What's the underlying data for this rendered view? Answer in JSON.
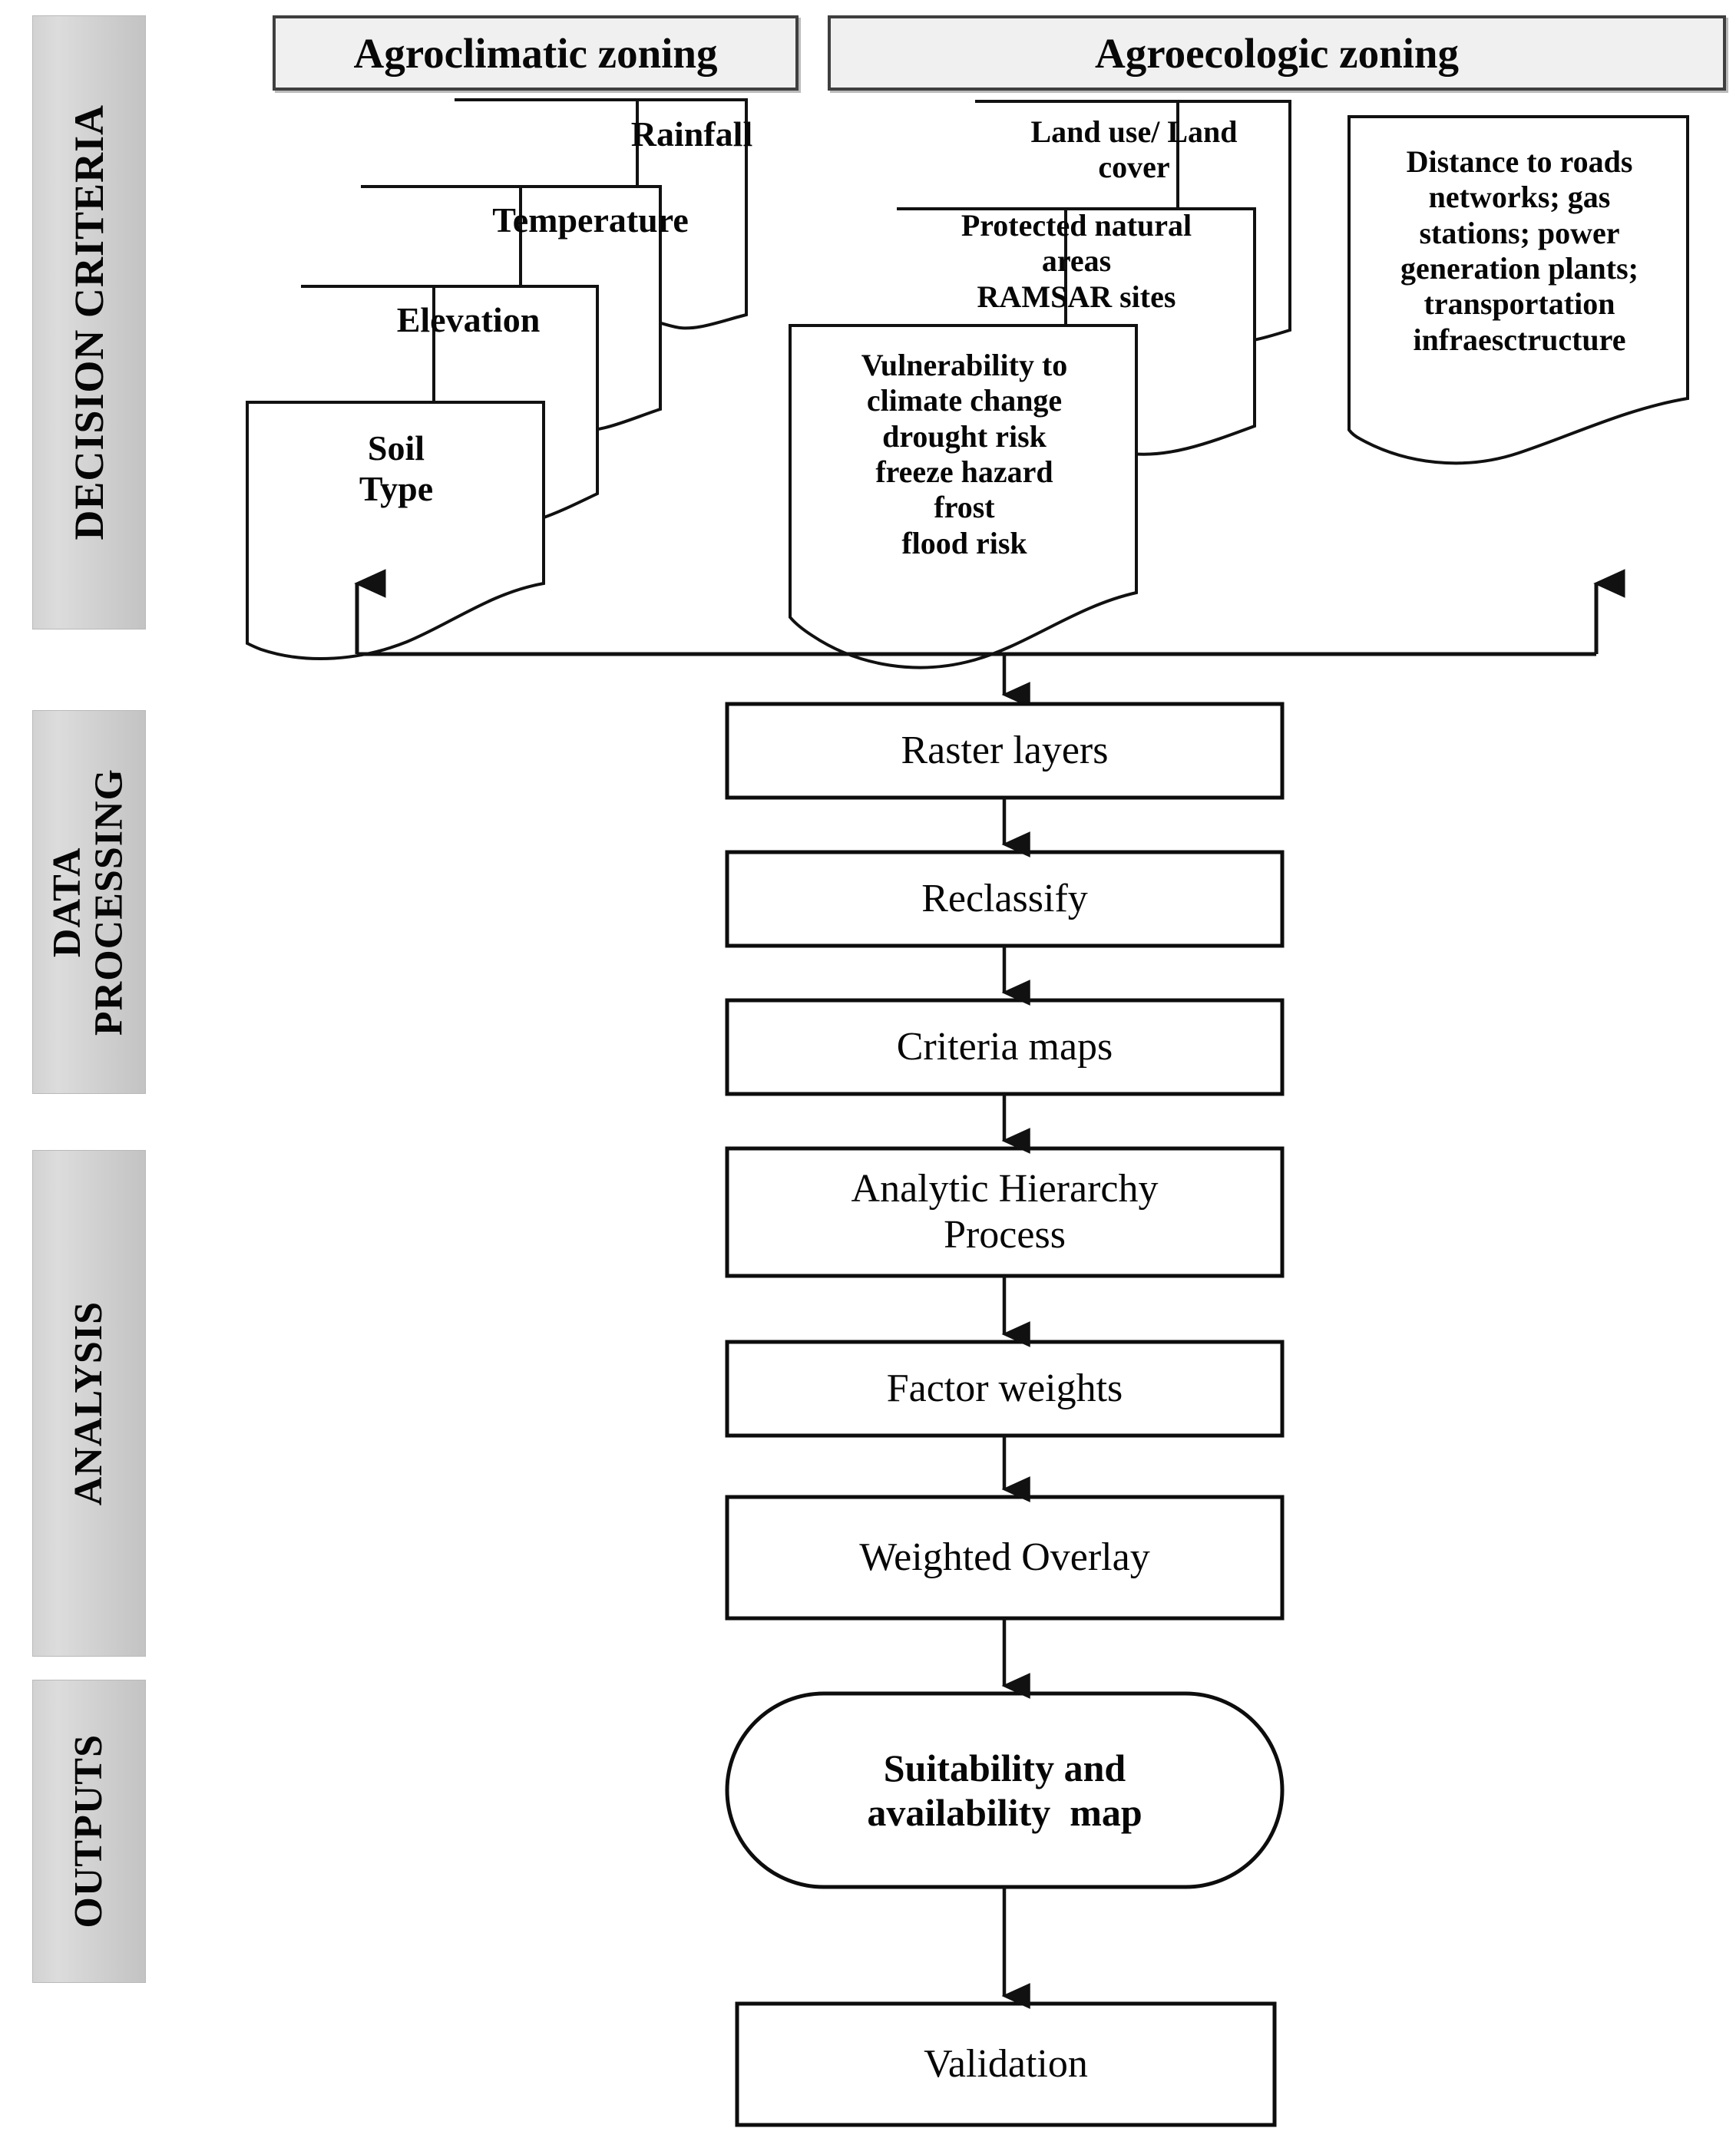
{
  "diagram": {
    "title": "GIS multi-criteria land suitability workflow",
    "bands": [
      {
        "id": "decision-criteria",
        "label": "DECISION CRITERIA"
      },
      {
        "id": "data-processing",
        "label": "DATA\nPROCESSING"
      },
      {
        "id": "analysis",
        "label": "ANALYSIS"
      },
      {
        "id": "outputs",
        "label": "OUTPUTS"
      }
    ],
    "headers": [
      {
        "id": "agroclimatic",
        "label": "Agroclimatic zoning"
      },
      {
        "id": "agroecologic",
        "label": "Agroecologic zoning"
      }
    ],
    "criteria_agroclimatic": [
      {
        "id": "rainfall",
        "label": "Rainfall"
      },
      {
        "id": "temperature",
        "label": "Temperature"
      },
      {
        "id": "elevation",
        "label": "Elevation"
      },
      {
        "id": "soil-type",
        "label": "Soil\nType"
      }
    ],
    "criteria_agroecologic": [
      {
        "id": "land-use-land-cover",
        "label": "Land use/ Land\ncover"
      },
      {
        "id": "protected-natural-areas",
        "label": "Protected natural\nareas\nRAMSAR sites"
      },
      {
        "id": "vulnerability",
        "label": "Vulnerability to\nclimate change\ndrought risk\nfreeze hazard\nfrost\nflood risk"
      }
    ],
    "criteria_infrastructure": [
      {
        "id": "distance-to-infrastructure",
        "label": "Distance to roads\nnetworks; gas\nstations; power\ngeneration plants;\ntransportation\ninfraesctructure"
      }
    ],
    "process_steps": [
      {
        "id": "raster-layers",
        "label": "Raster layers",
        "shape": "rect",
        "band": "data-processing"
      },
      {
        "id": "reclassify",
        "label": "Reclassify",
        "shape": "rect",
        "band": "data-processing"
      },
      {
        "id": "criteria-maps",
        "label": "Criteria maps",
        "shape": "rect",
        "band": "data-processing"
      },
      {
        "id": "analytic-hierarchy-process",
        "label": "Analytic Hierarchy\nProcess",
        "shape": "rect",
        "band": "analysis"
      },
      {
        "id": "factor-weights",
        "label": "Factor weights",
        "shape": "rect",
        "band": "analysis"
      },
      {
        "id": "weighted-overlay",
        "label": "Weighted Overlay",
        "shape": "rect",
        "band": "analysis"
      },
      {
        "id": "suitability-availability-map",
        "label": "Suitability and\navailability  map",
        "shape": "stadium",
        "band": "outputs"
      },
      {
        "id": "validation",
        "label": "Validation",
        "shape": "rect",
        "band": "outputs"
      }
    ],
    "colors": {
      "band_fill": "#d2d2d2",
      "header_fill": "#f0f0f0",
      "stroke": "#111111",
      "shape_fill": "#ffffff",
      "page_bg": "#ffffff"
    }
  }
}
